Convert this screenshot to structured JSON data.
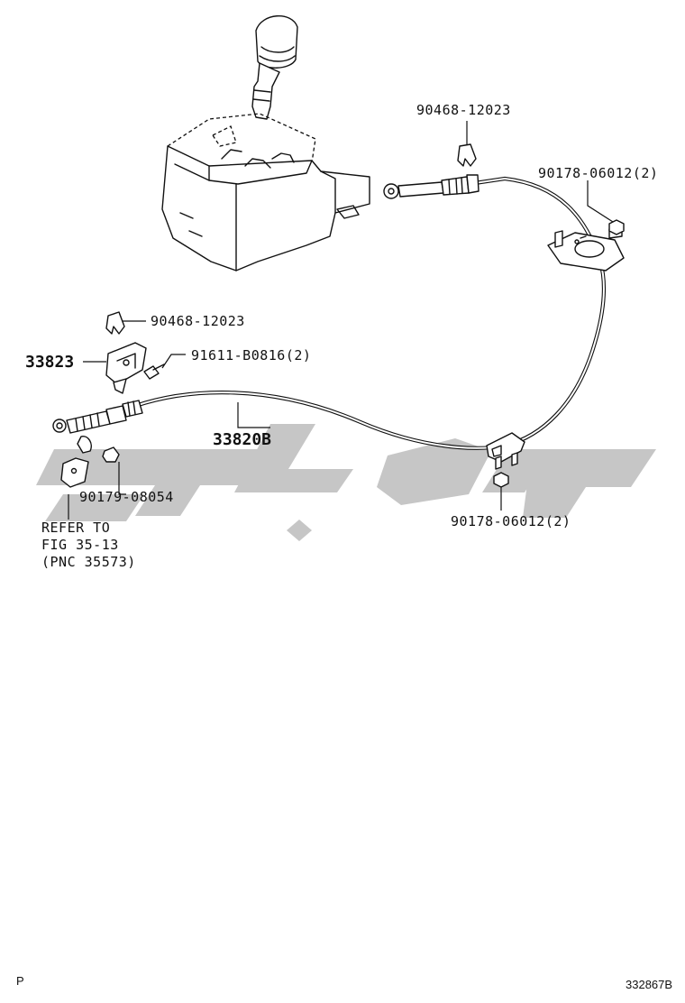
{
  "callouts": {
    "clip_top": "90468-12023",
    "nut_top": "90178-06012(2)",
    "clip_left": "90468-12023",
    "bracket": "33823",
    "bolt": "91611-B0816(2)",
    "cable": "33820B",
    "nut_small": "90179-08054",
    "nut_bottom": "90178-06012(2)",
    "refer_line1": "REFER TO",
    "refer_line2": "FIG 35-13",
    "refer_line3": "(PNC 35573)"
  },
  "footer": {
    "left_mark": "P",
    "figure_id": "332867B"
  },
  "watermark": {
    "color": "#c6c6c6"
  }
}
